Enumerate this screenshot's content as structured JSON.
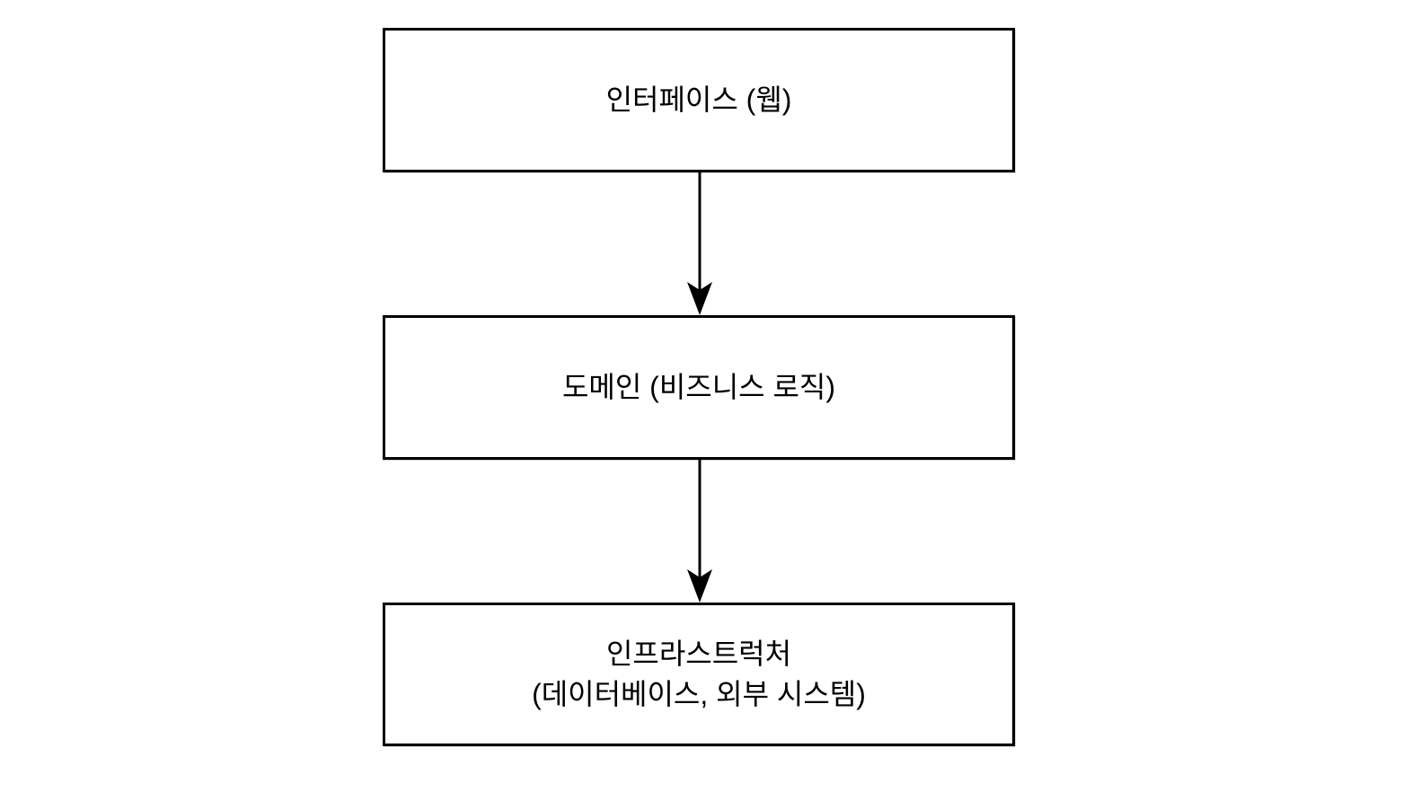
{
  "diagram": {
    "background_color": "#ffffff",
    "box_border_color": "#000000",
    "text_color": "#000000",
    "boxes": [
      {
        "id": "interface",
        "lines": [
          "인터페이스 (웹)"
        ]
      },
      {
        "id": "domain",
        "lines": [
          "도메인 (비즈니스 로직)"
        ]
      },
      {
        "id": "infrastructure",
        "lines": [
          "인프라스트럭처",
          "(데이터베이스, 외부 시스템)"
        ]
      }
    ],
    "connectors": [
      {
        "from": "interface",
        "to": "domain",
        "direction": "down"
      },
      {
        "from": "domain",
        "to": "infrastructure",
        "direction": "down"
      }
    ]
  }
}
